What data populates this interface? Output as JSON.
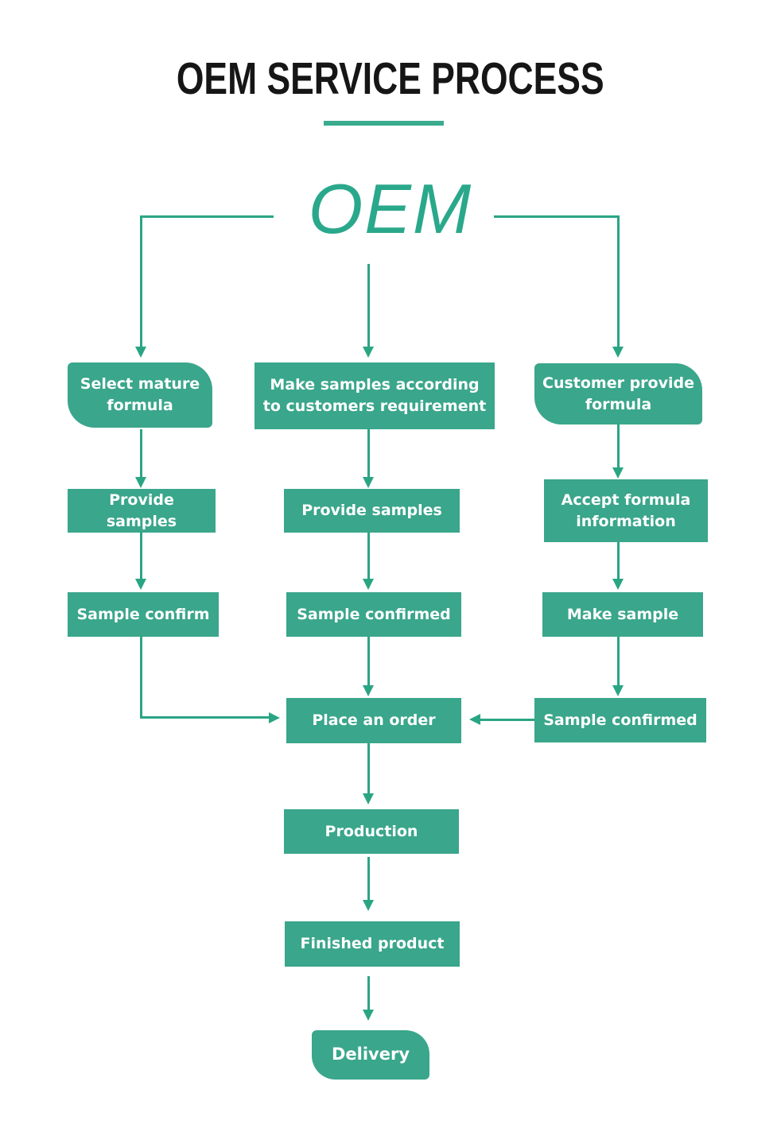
{
  "title": "OEM SERVICE PROCESS",
  "root": {
    "label": "OEM"
  },
  "colors": {
    "node_fill": "#3aa68b",
    "connector": "#2aa584",
    "underline": "#3aab8e",
    "root_text": "#2aa88b",
    "title_text": "#161616"
  },
  "nodes": {
    "select_mature_formula": "Select mature formula",
    "make_samples_according": "Make samples according to customers requirement",
    "customer_provide_formula": "Customer provide formula",
    "provide_samples_left": "Provide samples",
    "provide_samples_mid": "Provide samples",
    "accept_formula_information": "Accept formula information",
    "sample_confirm_left": "Sample confirm",
    "sample_confirmed_mid": "Sample confirmed",
    "make_sample": "Make sample",
    "place_an_order": "Place an order",
    "sample_confirmed_right": "Sample confirmed",
    "production": "Production",
    "finished_product": "Finished product",
    "delivery": "Delivery"
  },
  "edges": [
    {
      "from": "OEM",
      "to": "Select mature formula"
    },
    {
      "from": "OEM",
      "to": "Make samples according to customers requirement"
    },
    {
      "from": "OEM",
      "to": "Customer provide formula"
    },
    {
      "from": "Select mature formula",
      "to": "Provide samples"
    },
    {
      "from": "Make samples according to customers requirement",
      "to": "Provide samples"
    },
    {
      "from": "Customer provide formula",
      "to": "Accept formula information"
    },
    {
      "from": "Provide samples",
      "to": "Sample confirm"
    },
    {
      "from": "Provide samples",
      "to": "Sample confirmed"
    },
    {
      "from": "Accept formula information",
      "to": "Make sample"
    },
    {
      "from": "Sample confirm",
      "to": "Place an order"
    },
    {
      "from": "Sample confirmed",
      "to": "Place an order"
    },
    {
      "from": "Make sample",
      "to": "Sample confirmed"
    },
    {
      "from": "Sample confirmed (right)",
      "to": "Place an order"
    },
    {
      "from": "Place an order",
      "to": "Production"
    },
    {
      "from": "Production",
      "to": "Finished product"
    },
    {
      "from": "Finished product",
      "to": "Delivery"
    }
  ]
}
